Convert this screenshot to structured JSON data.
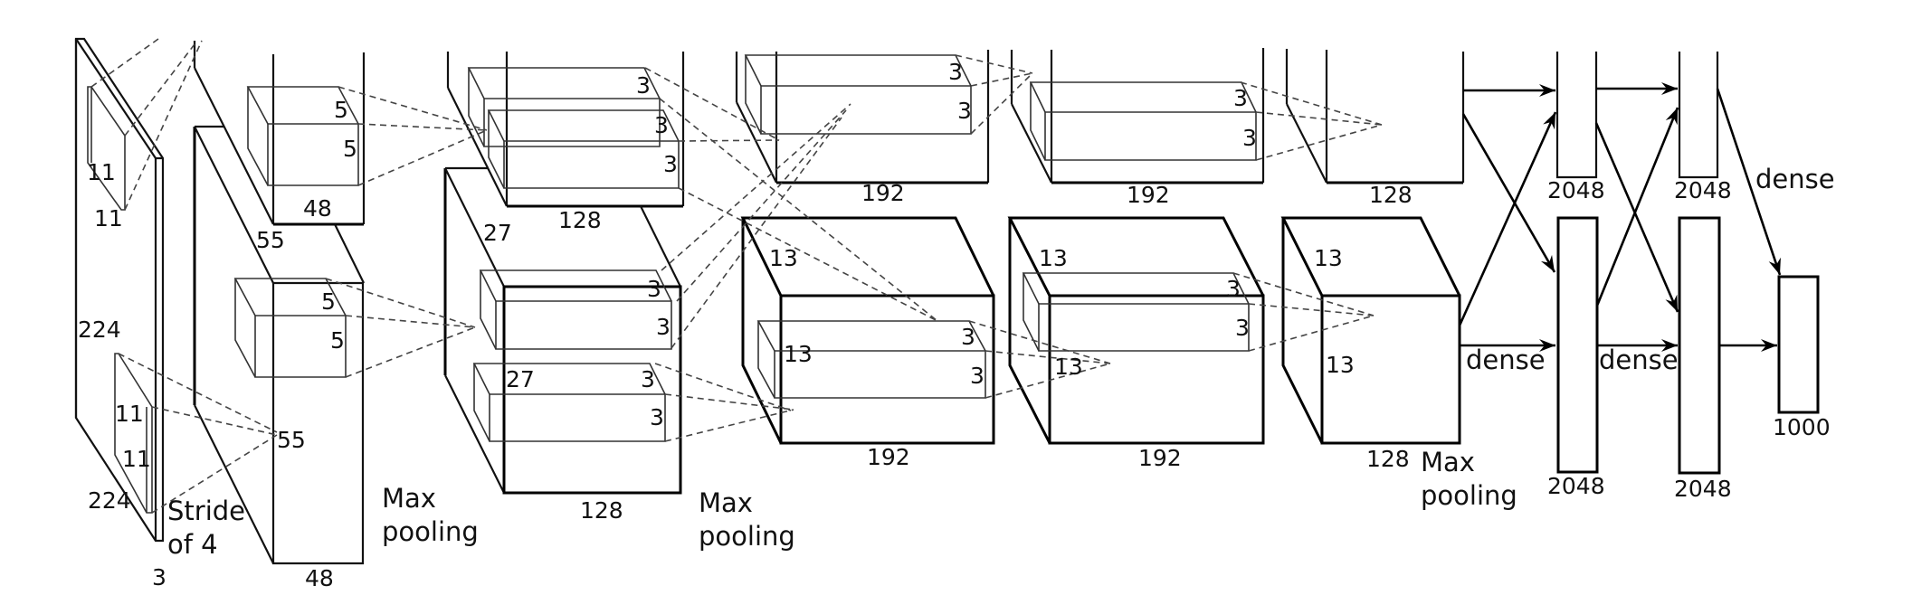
{
  "diagram": {
    "title": "AlexNet CNN architecture (two-GPU split)",
    "input": {
      "height": "224",
      "width": "224",
      "depth": "3",
      "kernel_h": "11",
      "kernel_w": "11",
      "kernel2_h": "11",
      "kernel2_w": "11",
      "stride_line1": "Stride",
      "stride_line2": "of 4"
    },
    "conv1": {
      "size": "55",
      "size_side": "55",
      "depth_top": "48",
      "depth_bottom": "48",
      "kernel_top": [
        "5",
        "5"
      ],
      "kernel_bottom": [
        "5",
        "5"
      ],
      "pool_line1": "Max",
      "pool_line2": "pooling"
    },
    "conv2": {
      "size_top": "27",
      "size_front": "27",
      "depth_top": "128",
      "depth_bottom": "128",
      "kernel_top_a": [
        "3",
        "3"
      ],
      "kernel_top_b": "3",
      "kernel_bottom_a": [
        "3",
        "3"
      ],
      "kernel_bottom_b": [
        "3",
        "3"
      ],
      "pool_line1": "Max",
      "pool_line2": "pooling"
    },
    "conv3": {
      "depth_top": "192",
      "depth_bottom": "192",
      "size_top": "13",
      "size_front": "13",
      "kernel_top": [
        "3",
        "3"
      ],
      "kernel_bottom": [
        "3",
        "3"
      ]
    },
    "conv4": {
      "depth_top": "192",
      "depth_bottom": "192",
      "size_top": "13",
      "size_front": "13",
      "kernel_top": [
        "3",
        "3"
      ],
      "kernel_bottom": [
        "3",
        "3"
      ]
    },
    "conv5": {
      "depth_top": "128",
      "depth_bottom": "128",
      "size_top": "13",
      "size_front": "13",
      "pool_line1": "Max",
      "pool_line2": "pooling"
    },
    "fc6": {
      "units_top": "2048",
      "units_bottom": "2048",
      "label": "dense"
    },
    "fc7": {
      "units_top": "2048",
      "units_bottom": "2048",
      "label": "dense"
    },
    "output": {
      "units": "1000",
      "label": "dense"
    }
  }
}
